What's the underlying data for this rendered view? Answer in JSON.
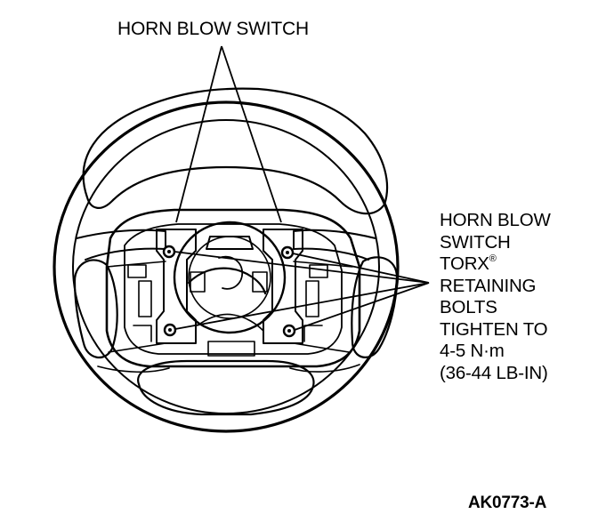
{
  "labels": {
    "horn_switch": "HORN BLOW SWITCH",
    "bolts_lines": [
      "HORN BLOW",
      "SWITCH",
      "TORX",
      "RETAINING",
      "BOLTS",
      "TIGHTEN TO",
      "4-5 N·m",
      "(36-44 LB-IN)"
    ],
    "torx_mark": "®",
    "figure_id": "AK0773-A"
  }
}
